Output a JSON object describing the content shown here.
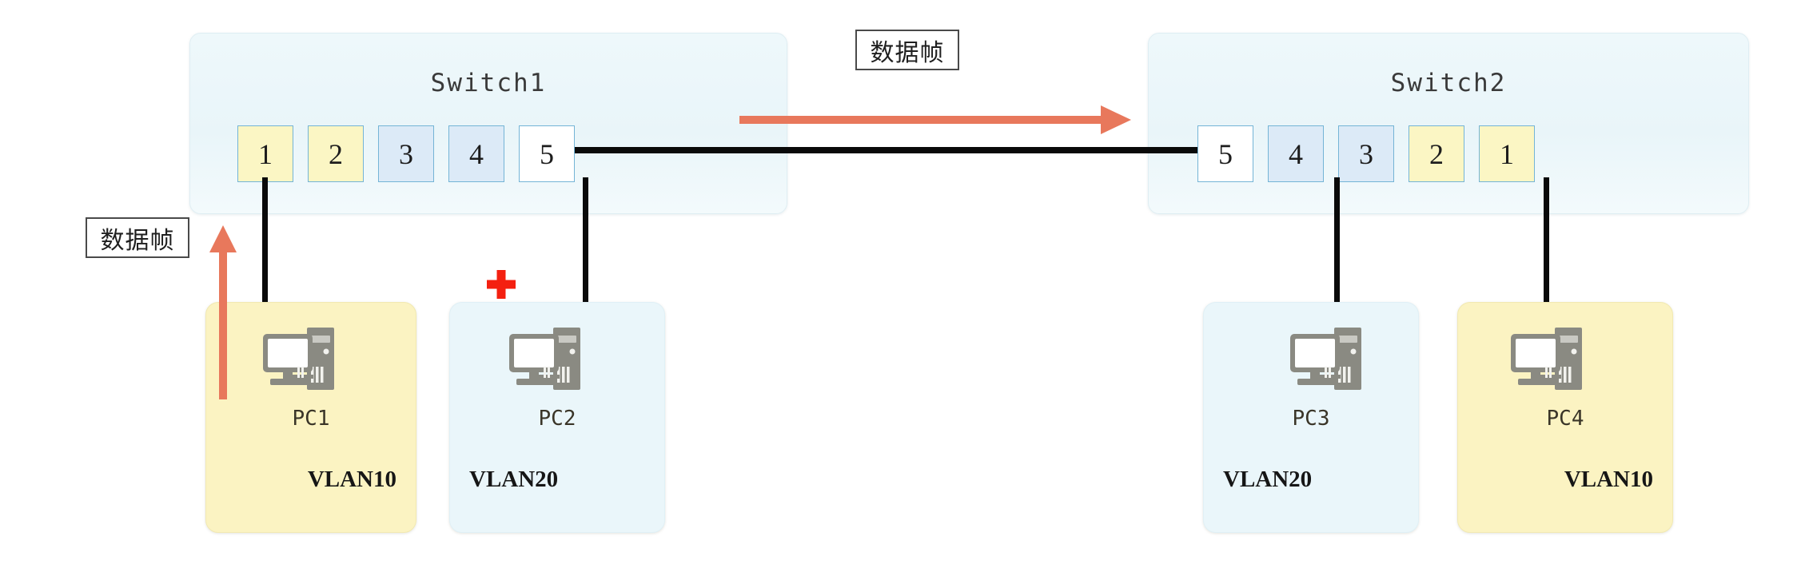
{
  "diagram": {
    "title_type": "vlan-trunk-frame-forwarding",
    "background": "#ffffff",
    "colors": {
      "vlan10_fill": "#fbf6c4",
      "vlan20_fill": "#dceaf7",
      "trunk_fill": "#ffffff",
      "port_border": "#74b4d6",
      "switch_fill": "#eef8fb",
      "host_vlan10_fill": "#fbf3c2",
      "host_vlan20_fill": "#eaf6fa",
      "cable": "#0a0a0a",
      "arrow": "#e8785c",
      "blocked": "#f42010",
      "pc_icon": "#8a8a82"
    }
  },
  "switches": [
    {
      "name": "Switch1",
      "ports": [
        {
          "label": "1",
          "vlan": "vlan10"
        },
        {
          "label": "2",
          "vlan": "vlan10"
        },
        {
          "label": "3",
          "vlan": "vlan20"
        },
        {
          "label": "4",
          "vlan": "vlan20"
        },
        {
          "label": "5",
          "vlan": "trunk"
        }
      ]
    },
    {
      "name": "Switch2",
      "ports": [
        {
          "label": "5",
          "vlan": "trunk"
        },
        {
          "label": "4",
          "vlan": "vlan20"
        },
        {
          "label": "3",
          "vlan": "vlan20"
        },
        {
          "label": "2",
          "vlan": "vlan10"
        },
        {
          "label": "1",
          "vlan": "vlan10"
        }
      ]
    }
  ],
  "hosts": [
    {
      "name": "PC1",
      "vlan": "VLAN10",
      "vlan_class": "vlan10",
      "vlan_align": "right"
    },
    {
      "name": "PC2",
      "vlan": "VLAN20",
      "vlan_class": "vlan20",
      "vlan_align": "left"
    },
    {
      "name": "PC3",
      "vlan": "VLAN20",
      "vlan_class": "vlan20",
      "vlan_align": "left"
    },
    {
      "name": "PC4",
      "vlan": "VLAN10",
      "vlan_class": "vlan10",
      "vlan_align": "right"
    }
  ],
  "annotations": {
    "frame_label_left": "数据帧",
    "frame_label_top": "数据帧"
  }
}
